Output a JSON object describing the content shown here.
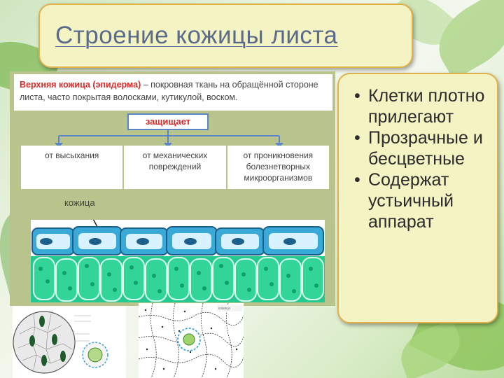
{
  "slide": {
    "title": "Строение кожицы листа",
    "bullets": [
      "Клетки плотно прилегают",
      "Прозрачные и бесцветные",
      "Содержат устьичный аппарат"
    ]
  },
  "figure": {
    "definition_term": "Верхняя кожица (эпидерма)",
    "definition_text": " – покровная ткань на обращённой стороне листа, часто покрытая волосками, кутикулой, воском.",
    "protects_label": "защищает",
    "protections": [
      "от высыхания",
      "от механических повреждений",
      "от проникновения болезнетворных микроорганизмов"
    ],
    "skin_label": "кожица"
  },
  "micrographs": {
    "second_label": "кожица"
  },
  "colors": {
    "title_box_bg": "#f3f3c4",
    "title_box_border": "#e0b04a",
    "title_text": "#5a6a8a",
    "definition_accent": "#d52b2b",
    "cell_blue": "#39a9d8",
    "cell_green": "#24c98d"
  }
}
